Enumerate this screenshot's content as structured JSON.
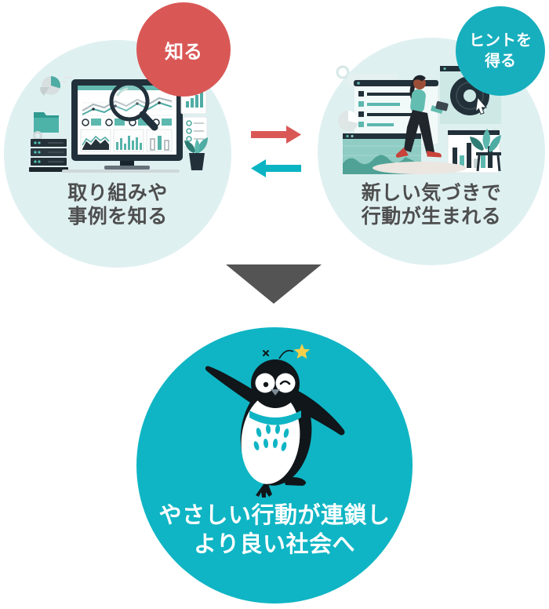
{
  "flow": {
    "know": {
      "badge_label": "知る",
      "caption_lines": [
        "取り組みや",
        "事例を知る"
      ],
      "circle_color": "#dff0f1",
      "badge_color": "#d95856",
      "illustration": "analytics-dashboard-monitor"
    },
    "hint": {
      "badge_lines": [
        "ヒントを",
        "得る"
      ],
      "caption_lines": [
        "新しい気づきで",
        "行動が生まれる"
      ],
      "circle_color": "#dff0f1",
      "badge_color": "#17afbe",
      "illustration": "person-walking-with-charts"
    },
    "result": {
      "caption_lines": [
        "やさしい行動が連鎖し",
        "より良い社会へ"
      ],
      "circle_color": "#0fb5c4",
      "text_color": "#ffffff",
      "illustration": "dancing-penguin-mascot"
    },
    "icons": {
      "arrow_right": {
        "glyph": "→",
        "color": "#d95856"
      },
      "arrow_left": {
        "glyph": "←",
        "color": "#0bb4c3"
      },
      "triangle_down": {
        "glyph": "▼",
        "color": "#545454"
      }
    },
    "palette": {
      "light_circle": "#dff0f1",
      "red": "#d95856",
      "teal_bright": "#0bb4c3",
      "teal_badge": "#17afbe",
      "triangle_gray": "#545454",
      "caption_gray": "#4e4e4e",
      "illustration_dark": "#22303a",
      "illustration_teal": "#4faca4",
      "star_yellow": "#f6cf4b"
    }
  }
}
